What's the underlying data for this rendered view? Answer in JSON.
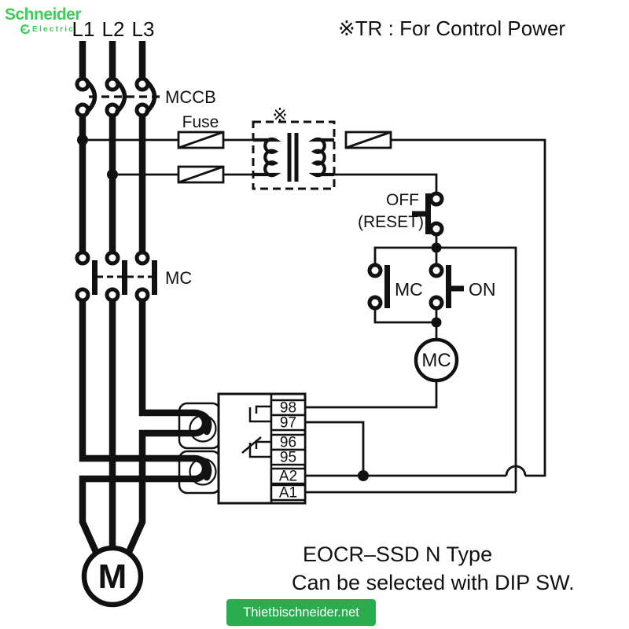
{
  "logo": {
    "brand": "Schneider",
    "sub": "Electric"
  },
  "header": {
    "note": "※TR : For Control Power"
  },
  "phases": {
    "l1": "L1",
    "l2": "L2",
    "l3": "L3"
  },
  "labels": {
    "mccb": "MCCB",
    "fuse": "Fuse",
    "tr_mark": "※",
    "mc_contactor": "MC",
    "off": "OFF",
    "reset": "(RESET)",
    "mc_aux": "MC",
    "on": "ON",
    "mc_coil": "MC",
    "motor": "M"
  },
  "relay": {
    "terminals": [
      "98",
      "97",
      "96",
      "95",
      "A2",
      "A1"
    ]
  },
  "footer": {
    "line1": "EOCR–SSD N Type",
    "line2": "Can be selected with DIP SW."
  },
  "badge": {
    "text": "Thietbischneider.net"
  },
  "colors": {
    "brand_green": "#3dcd58",
    "badge_green": "#2bad4f",
    "line": "#111111"
  }
}
